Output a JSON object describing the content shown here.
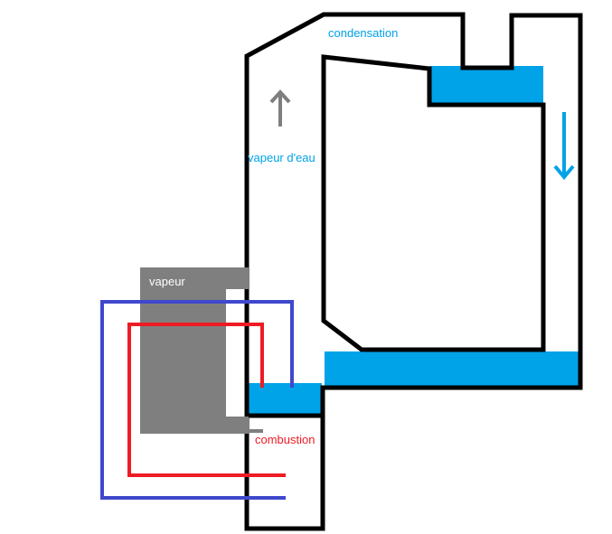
{
  "labels": {
    "condensation": "condensation",
    "water_vapor": "vapeur d'eau",
    "steam": "vapeur",
    "combustion": "combustion"
  },
  "colors": {
    "background": "#ffffff",
    "structure": "#000000",
    "water": "#00a2e8",
    "cold_pipe": "#3f48cc",
    "hot_pipe": "#ed1c24",
    "steam_block": "#7f7f7f",
    "up_arrow": "#7f7f7f",
    "down_arrow": "#00a2e8",
    "label_blue": "#00a2e8",
    "label_red": "#ed1c24",
    "label_white": "#ffffff"
  },
  "icons": {
    "vapor_direction": "arrow-up-icon",
    "condensate_direction": "arrow-down-icon"
  }
}
